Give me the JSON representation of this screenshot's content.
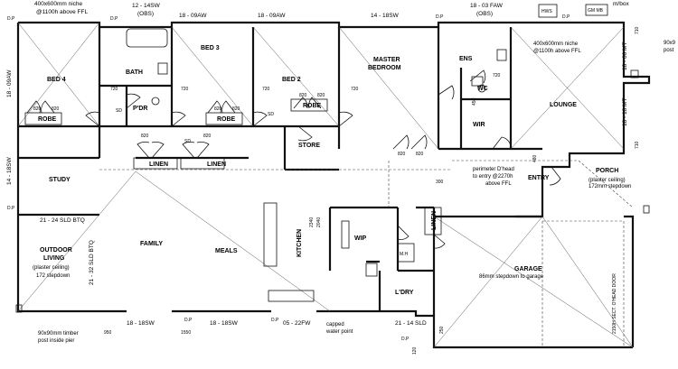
{
  "top_labels": {
    "niche_left_1": "400x600mm niche",
    "niche_left_2": "@1100h above FFL",
    "win_bath_1": "12 - 14SW",
    "win_bath_2": "(OBS)",
    "win_bed3": "18 - 09AW",
    "win_bed2": "18 - 09AW",
    "win_master": "14 - 18SW",
    "win_ens_1": "18 - 03 FAW",
    "win_ens_2": "(OBS)",
    "hws": "HWS",
    "gm_mb": "GM MB",
    "mbox": "m/box",
    "dp": "D.P"
  },
  "rooms": {
    "bed4": "BED 4",
    "bath": "BATH",
    "bed3": "BED 3",
    "bed2": "BED 2",
    "master": "MASTER",
    "bedroom": "BEDROOM",
    "ens": "ENS",
    "wc": "WC",
    "wir": "WIR",
    "lounge": "LOUNGE",
    "pdr": "P'DR",
    "robe1": "ROBE",
    "robe2": "ROBE",
    "robe3": "ROBE",
    "store": "STORE",
    "linen1": "LINEN",
    "linen2": "LINEN",
    "linen3": "LINEN",
    "study": "STUDY",
    "family": "FAMILY",
    "meals": "MEALS",
    "kitchen": "KITCHEN",
    "wip": "WIP",
    "ldry": "L'DRY",
    "entry": "ENTRY",
    "porch": "PORCH",
    "garage": "GARAGE",
    "outdoor1": "OUTDOOR",
    "outdoor2": "LIVING",
    "mh": "M.H"
  },
  "notes": {
    "porch_ceiling_1": "(plaster ceiling)",
    "porch_ceiling_2": "172mm stepdown",
    "outdoor_ceiling_1": "(plaster ceiling)",
    "outdoor_ceiling_2": "172 stepdown",
    "garage_step": "86mm stepdown to garage",
    "perimeter_1": "perimeter D'head",
    "perimeter_2": "to entry @2270h",
    "perimeter_3": "above FFL",
    "niche_right_1": "400x600mm niche",
    "niche_right_2": "@1100h above FFL",
    "post_timber_1": "90x90mm timber",
    "post_timber_2": "post inside pier",
    "post_right_1": "90x9",
    "post_right_2": "post",
    "capped_1": "capped",
    "capped_2": "water point",
    "garage_door": "2150H SECT. O'HEAD DOOR",
    "sd": "SD"
  },
  "side_windows": {
    "left_bed4": "18 - 09AW",
    "left_study": "14 - 18SW",
    "left_outdoor": "21 - 32 SLD BTQ",
    "study_bottom": "21 - 24 SLD BTQ",
    "right_lounge_1": "18 - 06 MT",
    "right_lounge_2": "18 - 18 MT"
  },
  "bottom_windows": {
    "family": "18 - 18SW",
    "meals": "18 - 18SW",
    "kitchen": "05 - 22FW",
    "ldry": "21 - 14 SLD"
  },
  "dims": {
    "d820": "820",
    "d720": "720",
    "d710": "710",
    "d620": "620",
    "d450": "450",
    "d480": "480",
    "d300": "300",
    "d950": "950",
    "d1550": "1550",
    "d120": "120",
    "d250": "250",
    "d2340": "2340",
    "d2040": "2040"
  }
}
